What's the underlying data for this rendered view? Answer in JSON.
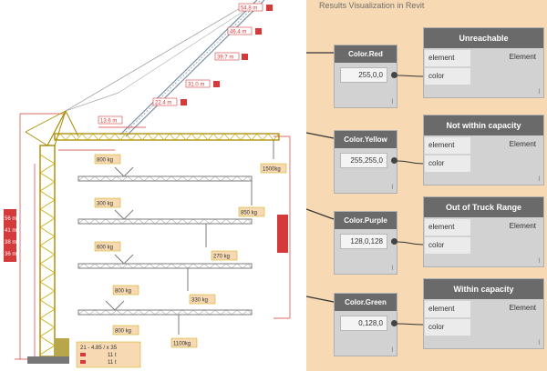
{
  "crane": {
    "radius_labels": [
      "54.8 m",
      "46.4 m",
      "39.7 m",
      "31.0 m",
      "22.4 m",
      "13.6 m"
    ],
    "load_labels": [
      "800 kg",
      "300 kg",
      "850 kg",
      "600 kg",
      "270 kg",
      "800 kg",
      "330 kg",
      "800 kg",
      "1100kg",
      "1500kg"
    ],
    "height_labels": [
      "56 m",
      "41 m",
      "38 m",
      "36 m"
    ],
    "legend": [
      "21 - 4.85 / x 35",
      "11 t",
      "11 t"
    ]
  },
  "dynamo": {
    "title": "Results Visualization in Revit",
    "colors": {
      "red": "#e53030",
      "yellow": "#f2d600",
      "purple": "#8a2b8a",
      "green": "#2e9e3a",
      "node_header": "#6a6a6a",
      "node_body": "#d2d2d2",
      "canvas": "#f7d9b3",
      "crane_steel": "#a88a00",
      "crane_load": "#d8a700"
    },
    "color_nodes": [
      {
        "title": "Color.Red",
        "value": "255,0,0"
      },
      {
        "title": "Color.Yellow",
        "value": "255,255,0"
      },
      {
        "title": "Color.Purple",
        "value": "128,0,128"
      },
      {
        "title": "Color.Green",
        "value": "0,128,0"
      }
    ],
    "display_nodes": [
      {
        "title": "Unreachable",
        "in1": "element",
        "in2": "color",
        "out": "Element"
      },
      {
        "title": "Not within capacity",
        "in1": "element",
        "in2": "color",
        "out": "Element"
      },
      {
        "title": "Out of Truck Range",
        "in1": "element",
        "in2": "color",
        "out": "Element"
      },
      {
        "title": "Within capacity",
        "in1": "element",
        "in2": "color",
        "out": "Element"
      }
    ],
    "corner_glyph": "l"
  }
}
